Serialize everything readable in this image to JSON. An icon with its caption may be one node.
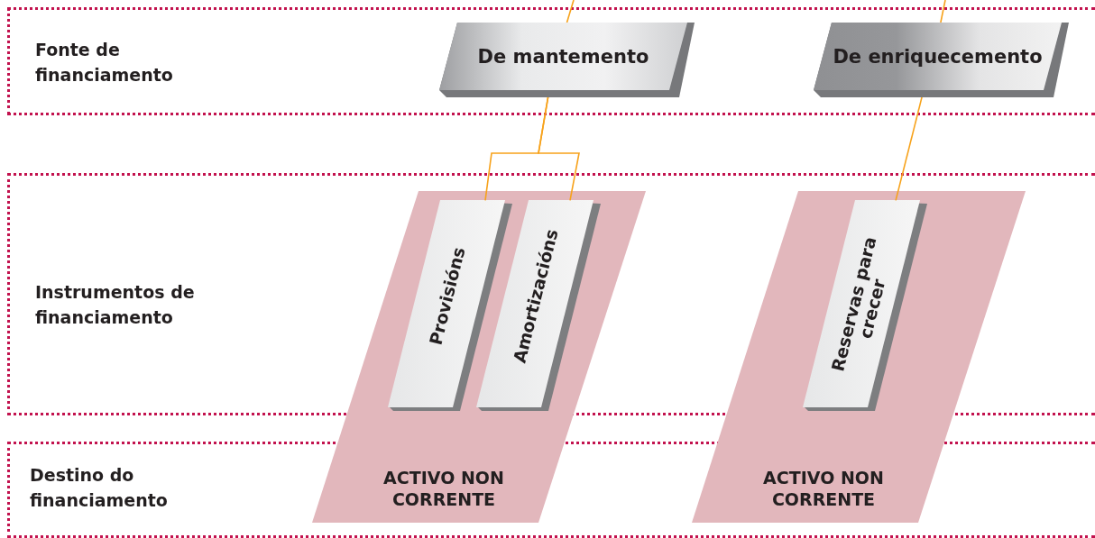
{
  "diagram": {
    "nodes": [
      {
        "text": [
          "De mantemento"
        ]
      },
      {
        "text": [
          "De enriquecemento"
        ]
      },
      {
        "text": [
          "ACTIVO NON CORRENTE"
        ]
      },
      {
        "text": [
          "Provisións"
        ],
        "in": 2
      },
      {
        "text": [
          "Amortizacións"
        ],
        "in": 2
      },
      {
        "text": [
          "ACTIVO NON CORRENTE"
        ]
      },
      {
        "text": [
          "Reservas para crecer"
        ],
        "in": 5
      }
    ],
    "edges": [
      {
        "from": null,
        "to": 0,
        "arrow": "none"
      },
      {
        "from": null,
        "to": 1,
        "arrow": "none"
      },
      {
        "from": 0,
        "to": 3,
        "arrow": "none"
      },
      {
        "from": 0,
        "to": 4,
        "arrow": "none"
      },
      {
        "from": 1,
        "to": 6,
        "arrow": "none"
      }
    ],
    "labels": [
      "Fonte de financiamento",
      "Instrumentos de financiamento",
      "Destino do financiamento"
    ]
  }
}
